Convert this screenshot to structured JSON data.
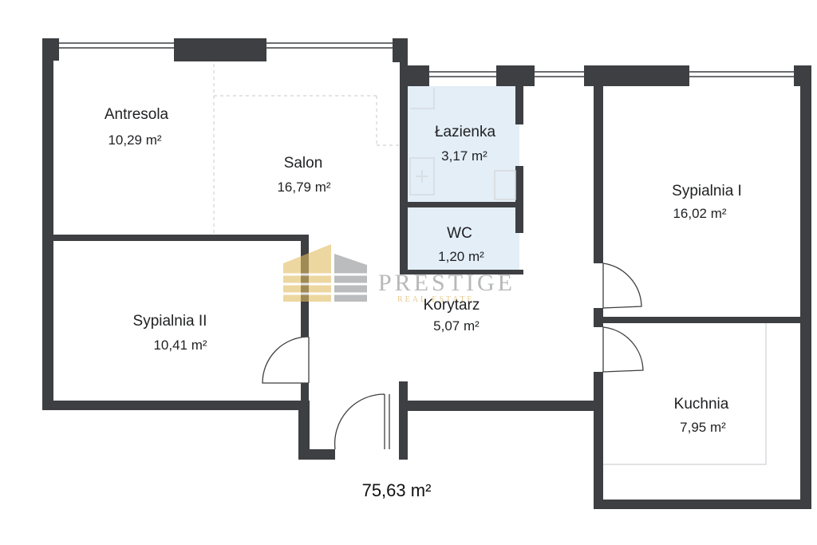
{
  "rooms": [
    {
      "name": "Antresola",
      "area": "10,29 m²"
    },
    {
      "name": "Salon",
      "area": "16,79 m²"
    },
    {
      "name": "Łazienka",
      "area": "3,17 m²"
    },
    {
      "name": "WC",
      "area": "1,20 m²"
    },
    {
      "name": "Korytarz",
      "area": "5,07 m²"
    },
    {
      "name": "Sypialnia I",
      "area": "16,02 m²"
    },
    {
      "name": "Sypialnia II",
      "area": "10,41 m²"
    },
    {
      "name": "Kuchnia",
      "area": "7,95 m²"
    }
  ],
  "total_area": "75,63 m²",
  "watermark": {
    "name": "PRESTIGE",
    "tagline": "REAL ESTATE"
  },
  "colors": {
    "wall": "#3d3f42",
    "bathroom_tint": "#e3eef7",
    "logo_gold": "#e2bd62",
    "logo_gray": "#8e9093"
  }
}
